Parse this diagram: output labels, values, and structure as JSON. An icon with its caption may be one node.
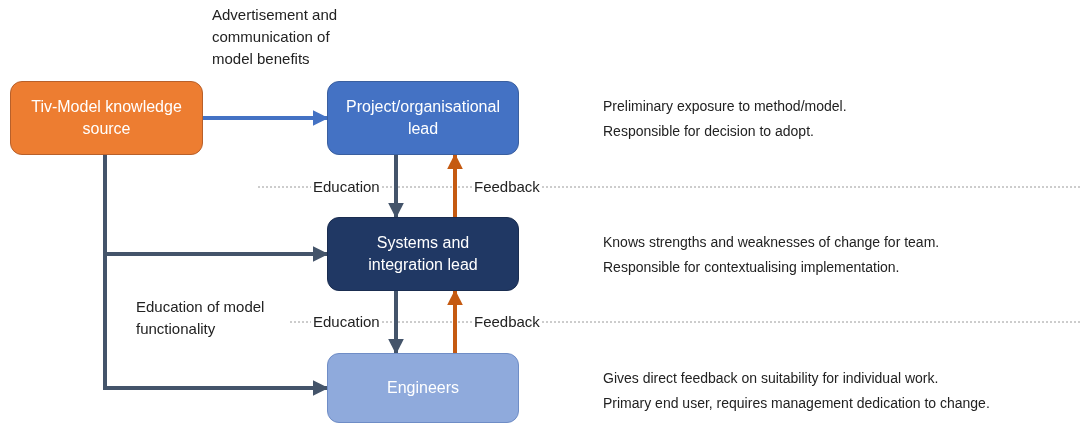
{
  "diagram": {
    "nodes": [
      {
        "text": [
          "Tiv-Model knowledge source"
        ]
      },
      {
        "text": [
          "Project/organisational lead"
        ]
      },
      {
        "text": [
          "Systems and integration lead"
        ]
      },
      {
        "text": [
          "Engineers"
        ]
      }
    ],
    "labels": [
      "Preliminary exposure to method/model.",
      "Responsible for decision to adopt.",
      "Knows strengths and weaknesses of change for team.",
      "Responsible for contextualising implementation.",
      "Gives direct feedback on suitability for individual work.",
      "Primary end user, requires management dedication to change."
    ],
    "edges": [
      {
        "from": 0,
        "to": 1,
        "arrow": "to",
        "label": "Advertisement and communication of model benefits",
        "color": "#4472c4"
      },
      {
        "from": 1,
        "to": 2,
        "arrow": "to",
        "label": "Education"
      },
      {
        "from": 2,
        "to": 1,
        "arrow": "to",
        "label": "Feedback",
        "color": "#c55a11"
      },
      {
        "from": 0,
        "to": 2,
        "arrow": "to"
      },
      {
        "from": 2,
        "to": 3,
        "arrow": "to",
        "label": "Education"
      },
      {
        "from": 3,
        "to": 2,
        "arrow": "to",
        "label": "Feedback",
        "color": "#c55a11"
      },
      {
        "from": 0,
        "to": 3,
        "arrow": "to",
        "label": "Education of model functionality"
      }
    ]
  }
}
